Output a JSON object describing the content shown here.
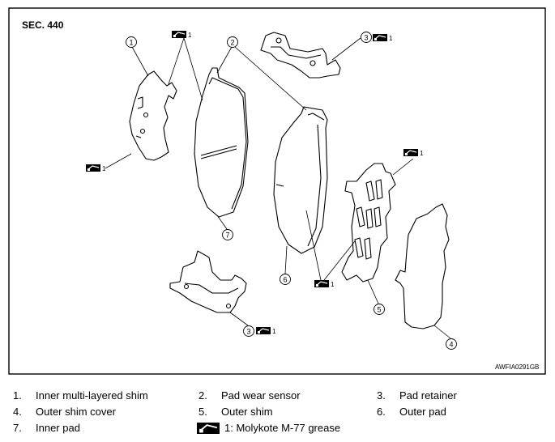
{
  "section": "SEC. 440",
  "figure_code": "AWFIA0291GB",
  "callouts": {
    "c1": "1",
    "c2": "2",
    "c3a": "3",
    "c3b": "3",
    "c4": "4",
    "c5": "5",
    "c6": "6",
    "c7": "7"
  },
  "grease_mark_label": "1",
  "legend": {
    "items": [
      {
        "num": "1.",
        "text": "Inner multi-layered shim"
      },
      {
        "num": "2.",
        "text": "Pad wear sensor"
      },
      {
        "num": "3.",
        "text": "Pad retainer"
      },
      {
        "num": "4.",
        "text": "Outer shim cover"
      },
      {
        "num": "5.",
        "text": "Outer shim"
      },
      {
        "num": "6.",
        "text": "Outer pad"
      },
      {
        "num": "7.",
        "text": "Inner pad"
      }
    ],
    "grease": "1: Molykote M-77 grease"
  }
}
